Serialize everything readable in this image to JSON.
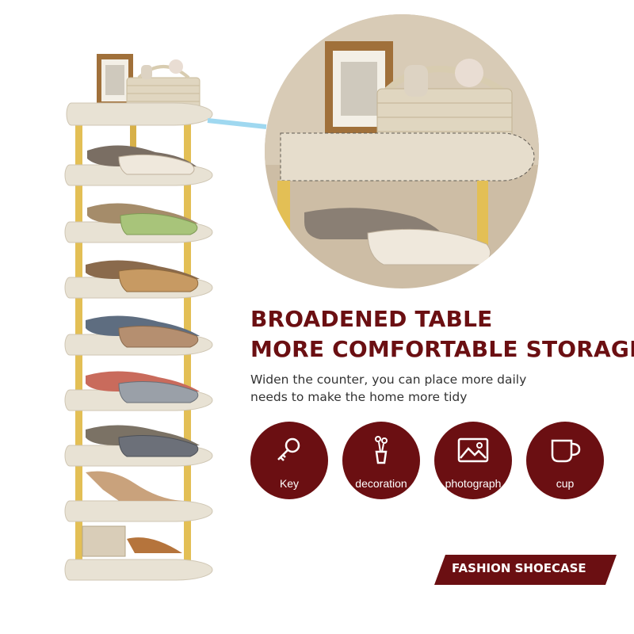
{
  "headline": {
    "line1": "BROADENED TABLE",
    "line2": "MORE COMFORTABLE STORAGE"
  },
  "subtitle": {
    "line1": "Widen the counter, you can place more daily",
    "line2": "needs to make the home more tidy"
  },
  "features": [
    {
      "label": "Key",
      "icon": "key-icon"
    },
    {
      "label": "decoration",
      "icon": "vase-icon"
    },
    {
      "label": "photograph",
      "icon": "picture-icon"
    },
    {
      "label": "cup",
      "icon": "cup-icon"
    }
  ],
  "banner": {
    "label": "FASHION SHOECASE"
  },
  "colors": {
    "accent": "#6b0f12",
    "board": "#e8e2d4",
    "wood": "#e3bf55",
    "background": "#ffffff"
  }
}
